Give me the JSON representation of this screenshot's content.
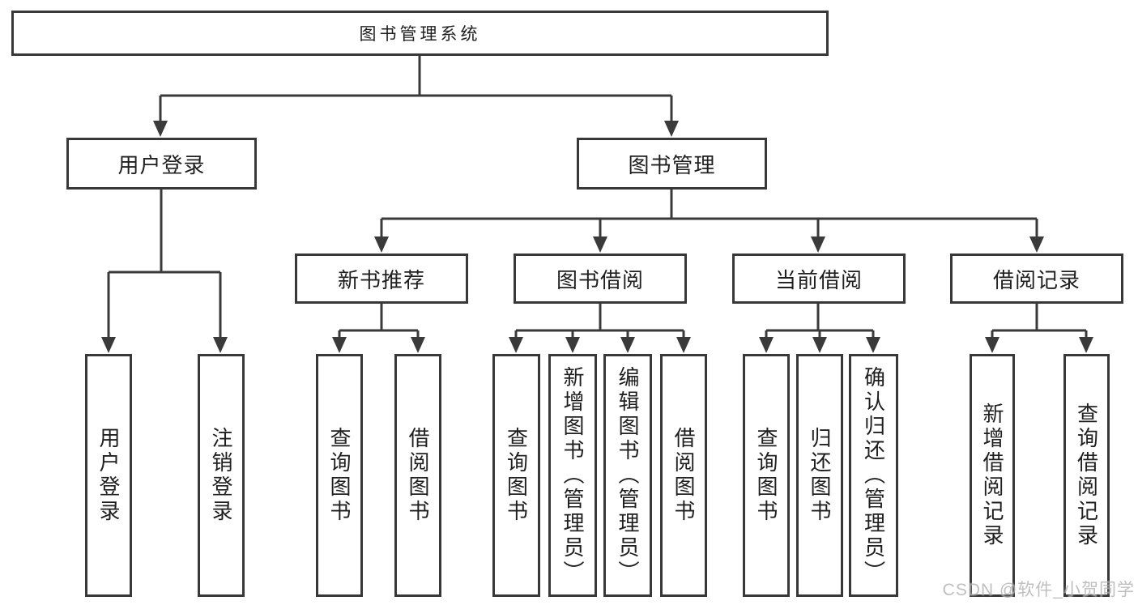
{
  "colors": {
    "line": "#3a3a3a",
    "box-border": "#383838",
    "box-bg": "#ffffff",
    "text": "#1f1f1f",
    "watermark": "#b0b0b0",
    "page-bg": "#ffffff"
  },
  "tree": {
    "root": {
      "label": "图书管理系统"
    },
    "children": [
      {
        "label": "用户登录",
        "children": [
          {
            "label": "用户登录"
          },
          {
            "label": "注销登录"
          }
        ]
      },
      {
        "label": "图书管理",
        "children": [
          {
            "label": "新书推荐",
            "children": [
              {
                "label": "查询图书"
              },
              {
                "label": "借阅图书"
              }
            ]
          },
          {
            "label": "图书借阅",
            "children": [
              {
                "label": "查询图书"
              },
              {
                "label": "新增图书（管理员）"
              },
              {
                "label": "编辑图书（管理员）"
              },
              {
                "label": "借阅图书"
              }
            ]
          },
          {
            "label": "当前借阅",
            "children": [
              {
                "label": "查询图书"
              },
              {
                "label": "归还图书"
              },
              {
                "label": "确认归还（管理员）"
              }
            ]
          },
          {
            "label": "借阅记录",
            "children": [
              {
                "label": "新增借阅记录"
              },
              {
                "label": "查询借阅记录"
              }
            ]
          }
        ]
      }
    ]
  },
  "watermark": {
    "text": "CSDN @软件_小贺同学"
  }
}
